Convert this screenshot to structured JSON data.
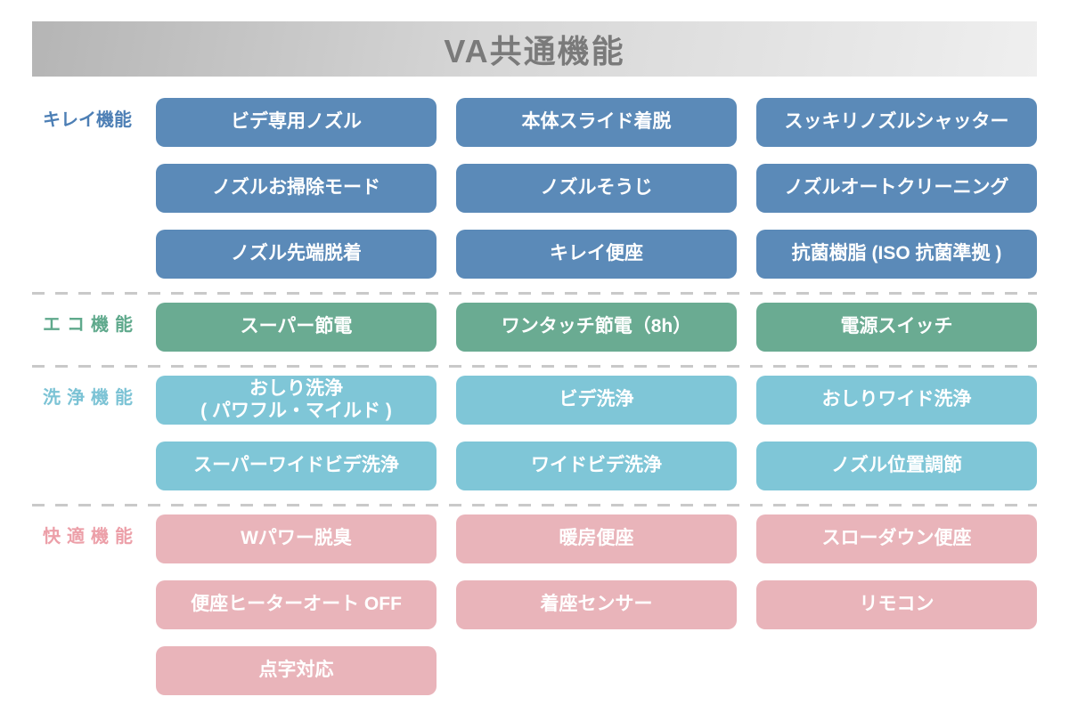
{
  "title": "VA共通機能",
  "colors": {
    "banner_from": "#b5b5b5",
    "banner_to": "#efefef",
    "title_text": "#7a7a7a",
    "divider": "#c9c9c9",
    "kirei": "#5b8ab8",
    "kirei_label": "#4d7fb5",
    "eco": "#6aab92",
    "eco_label": "#5fa98c",
    "wash": "#7fc6d7",
    "wash_label": "#7cc3d5",
    "comfort": "#e9b4ba",
    "comfort_label": "#ec9fa8"
  },
  "sections": [
    {
      "id": "kirei",
      "label": "キレイ機能",
      "rows": [
        [
          "ビデ専用ノズル",
          "本体スライド着脱",
          "スッキリノズルシャッター"
        ],
        [
          "ノズルお掃除モード",
          "ノズルそうじ",
          "ノズルオートクリーニング"
        ],
        [
          "ノズル先端脱着",
          "キレイ便座",
          "抗菌樹脂 (ISO 抗菌準拠 )"
        ]
      ]
    },
    {
      "id": "eco",
      "label": "エコ機能",
      "rows": [
        [
          "スーパー節電",
          "ワンタッチ節電（8h）",
          "電源スイッチ"
        ]
      ]
    },
    {
      "id": "wash",
      "label": "洗浄機能",
      "rows": [
        [
          "おしり洗浄\n( パワフル・マイルド )",
          "ビデ洗浄",
          "おしりワイド洗浄"
        ],
        [
          "スーパーワイドビデ洗浄",
          "ワイドビデ洗浄",
          "ノズル位置調節"
        ]
      ]
    },
    {
      "id": "comfort",
      "label": "快適機能",
      "rows": [
        [
          "Wパワー脱臭",
          "暖房便座",
          "スローダウン便座"
        ],
        [
          "便座ヒーターオート OFF",
          "着座センサー",
          "リモコン"
        ],
        [
          "点字対応"
        ]
      ]
    }
  ]
}
